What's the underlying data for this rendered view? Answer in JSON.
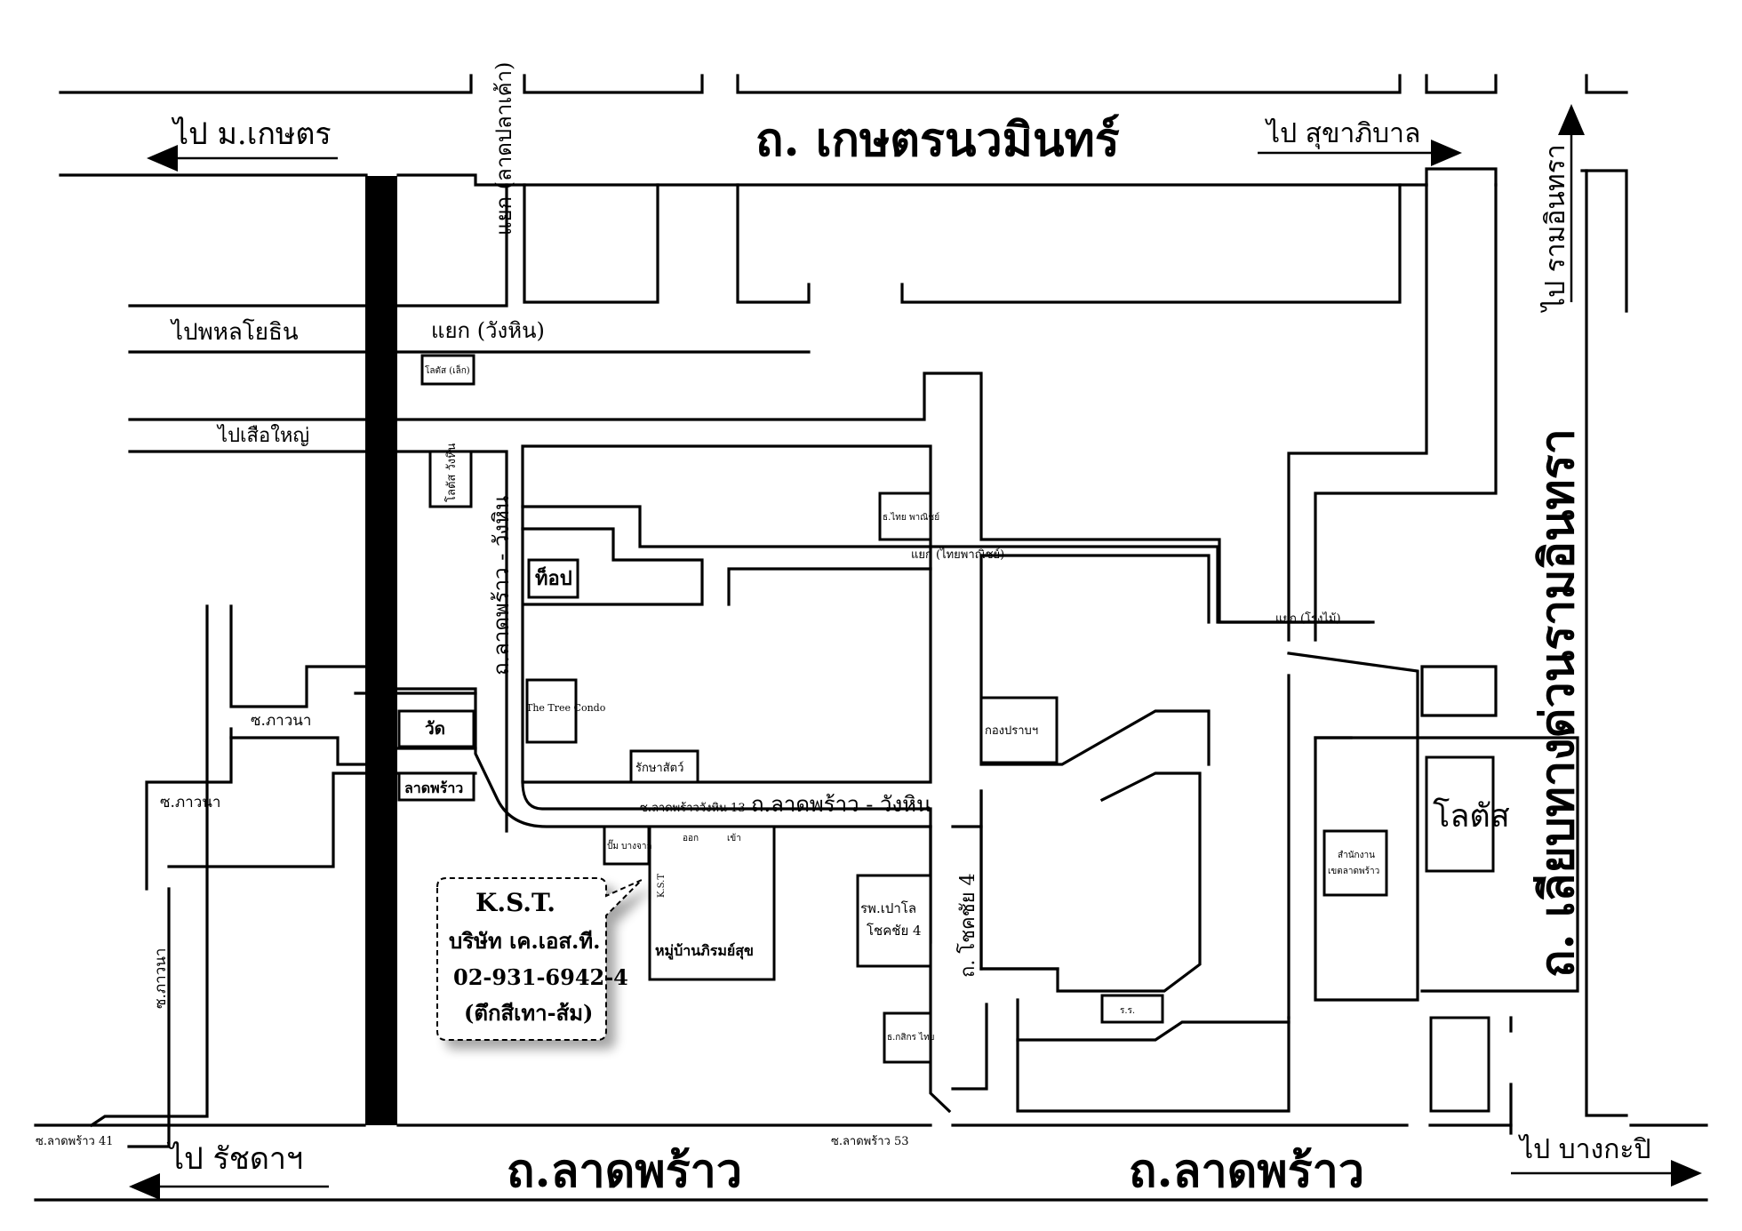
{
  "roads": {
    "kaset_nawamin": "ถ. เกษตรนวมินทร์",
    "lat_phrao_left": "ถ.ลาดพร้าว",
    "lat_phrao_right": "ถ.ลาดพร้าว",
    "lat_phrao_wang_hin": "ถ.ลาดพร้าว - วังหิน",
    "lat_phrao_wang_hin_vertical": "ถ.ลาดพร้าว - วังหิน",
    "chok_chai_4": "ถ. โชคชัย 4",
    "liap_khlong": "ถ. เลียบทางด่วนรามอินทรา"
  },
  "directions": {
    "to_kasetsart": "ไป ม.เกษตร",
    "to_sukhaphiban": "ไป สุขาภิบาล",
    "to_ram_inthra": "ไป รามอินทรา",
    "to_phahon": "ไปพหลโยธิน",
    "to_suea_yai": "ไปเสือใหญ่",
    "to_ratchada": "ไป รัชดาฯ",
    "to_bangkapi": "ไป บางกะปิ"
  },
  "intersections": {
    "lat_pla_khao": "แยก (ลาดปลาเค้า)",
    "wang_hin": "แยก (วังหิน)",
    "thai_phanit": "แยก (ไทยพาณิชย์)",
    "rong_mai": "แยก (โรงไม้)"
  },
  "sois": {
    "phawana_1": "ซ.ภาวนา",
    "phawana_2": "ซ.ภาวนา",
    "phawana_3": "ซ.ภาวนา",
    "lat_phrao_41": "ซ.ลาดพร้าว 41",
    "lat_phrao_53": "ซ.ลาดพร้าว 53",
    "wang_hin_13": "ซ.ลาดพร้าววังหิน 13"
  },
  "landmarks": {
    "lotus_small": "โลตัส (เล็ก)",
    "lotus_wang_hin": "โลตัส วังหิน",
    "top": "ท็อป",
    "the_tree_condo": "The Tree Condo",
    "wat": "วัด",
    "lat_phrao": "ลาดพร้าว",
    "rak_sat": "รักษาสัตว์",
    "thai_phanit_bank": "ธ.ไทย พาณิชย์",
    "kong_prap": "กองปราบฯ",
    "pump": "ปั๊ม บางจาก",
    "mu_ban": "หมู่บ้านภิรมย์สุข",
    "hospital_line1": "รพ.เปาโล",
    "hospital_line2": "โชคชัย 4",
    "kasikorn": "ธ.กสิกร ไทย",
    "rongrian": "ร.ร.",
    "lotus_big": "โลตัส",
    "district_office_line1": "สำนักงาน",
    "district_office_line2": "เขตลาดพร้าว",
    "exit": "ออก",
    "entrance": "เข้า",
    "kst_small": "K.S.T"
  },
  "callout": {
    "name": "K.S.T.",
    "company": "บริษัท เค.เอส.ที.",
    "phone": "02-931-6942-4",
    "note": "(ตึกสีเทา-ส้ม)"
  }
}
